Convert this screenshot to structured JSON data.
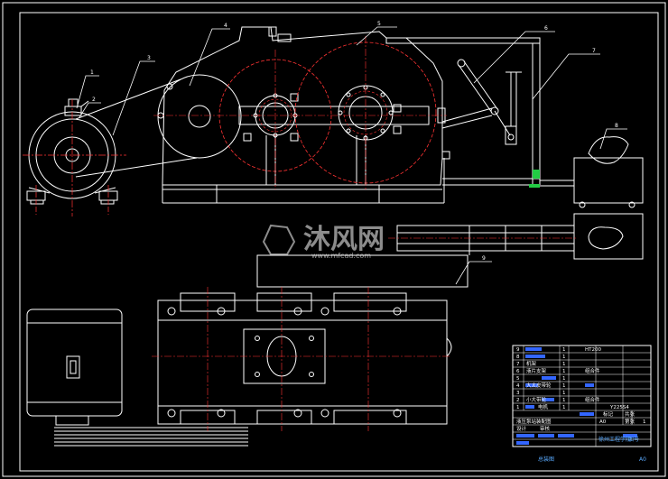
{
  "part_labels": [
    "1",
    "2",
    "3",
    "4",
    "5",
    "6",
    "7",
    "8",
    "9"
  ],
  "title_block": {
    "row_numbers": [
      "9",
      "8",
      "7",
      "6",
      "5",
      "4",
      "3",
      "2",
      "1"
    ],
    "row_names": [
      "",
      "",
      "机架",
      "液片支架",
      "",
      "大太皮带轮",
      "",
      "小大带轮",
      "电机"
    ],
    "row_qty": [
      "1",
      "1",
      "1",
      "1",
      "1",
      "1",
      "1",
      "1",
      "1"
    ],
    "row_material": [
      "HT200",
      "",
      "",
      "组合件",
      "",
      "",
      "",
      "组合件",
      ""
    ],
    "row_std": [
      "",
      "",
      "",
      "",
      "",
      "",
      "",
      "Y225S4",
      ""
    ],
    "school": "徐州工程学院",
    "scale": "A0",
    "sheet": "1",
    "sheet_label": "共张",
    "sheet_label2": "第张",
    "drawing_title": "总装图",
    "drawing_number": "A0",
    "std_label": "标记",
    "design_label": "设计",
    "check_label": "审核",
    "name_label": "液压泵站装配图",
    "drawing_no_label": "图号"
  },
  "watermark": {
    "text": "沐风网",
    "url": "www.mfcad.com"
  },
  "colors": {
    "background": "#000000",
    "line": "#ffffff",
    "center_line": "#ff3333",
    "hidden_blue": "#3366ff",
    "accent_green": "#22cc44"
  }
}
